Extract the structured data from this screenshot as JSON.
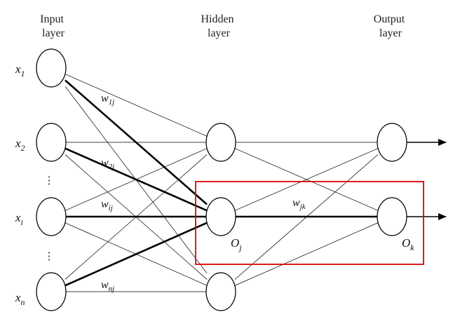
{
  "headers": {
    "input": [
      "Input",
      "layer"
    ],
    "hidden": [
      "Hidden",
      "layer"
    ],
    "output": [
      "Output",
      "layer"
    ]
  },
  "input_labels": [
    {
      "main": "x",
      "sub": "1"
    },
    {
      "main": "x",
      "sub": "2"
    },
    {
      "main": "x",
      "sub": "i"
    },
    {
      "main": "x",
      "sub": "n"
    }
  ],
  "weight_labels": [
    {
      "main": "w",
      "sub": "1j"
    },
    {
      "main": "w",
      "sub": "2j"
    },
    {
      "main": "w",
      "sub": "ij"
    },
    {
      "main": "w",
      "sub": "nj"
    },
    {
      "main": "w",
      "sub": "jk"
    }
  ],
  "node_labels": [
    {
      "main": "O",
      "sub": "j"
    },
    {
      "main": "O",
      "sub": "k"
    }
  ],
  "ellipsis": [
    "⋮",
    "⋮"
  ],
  "colors": {
    "node_stroke": "#000000",
    "edge": "#000000",
    "highlight_box": "#e00000",
    "header_text": "#222222"
  },
  "icons": [
    "arrow-head-icon"
  ]
}
